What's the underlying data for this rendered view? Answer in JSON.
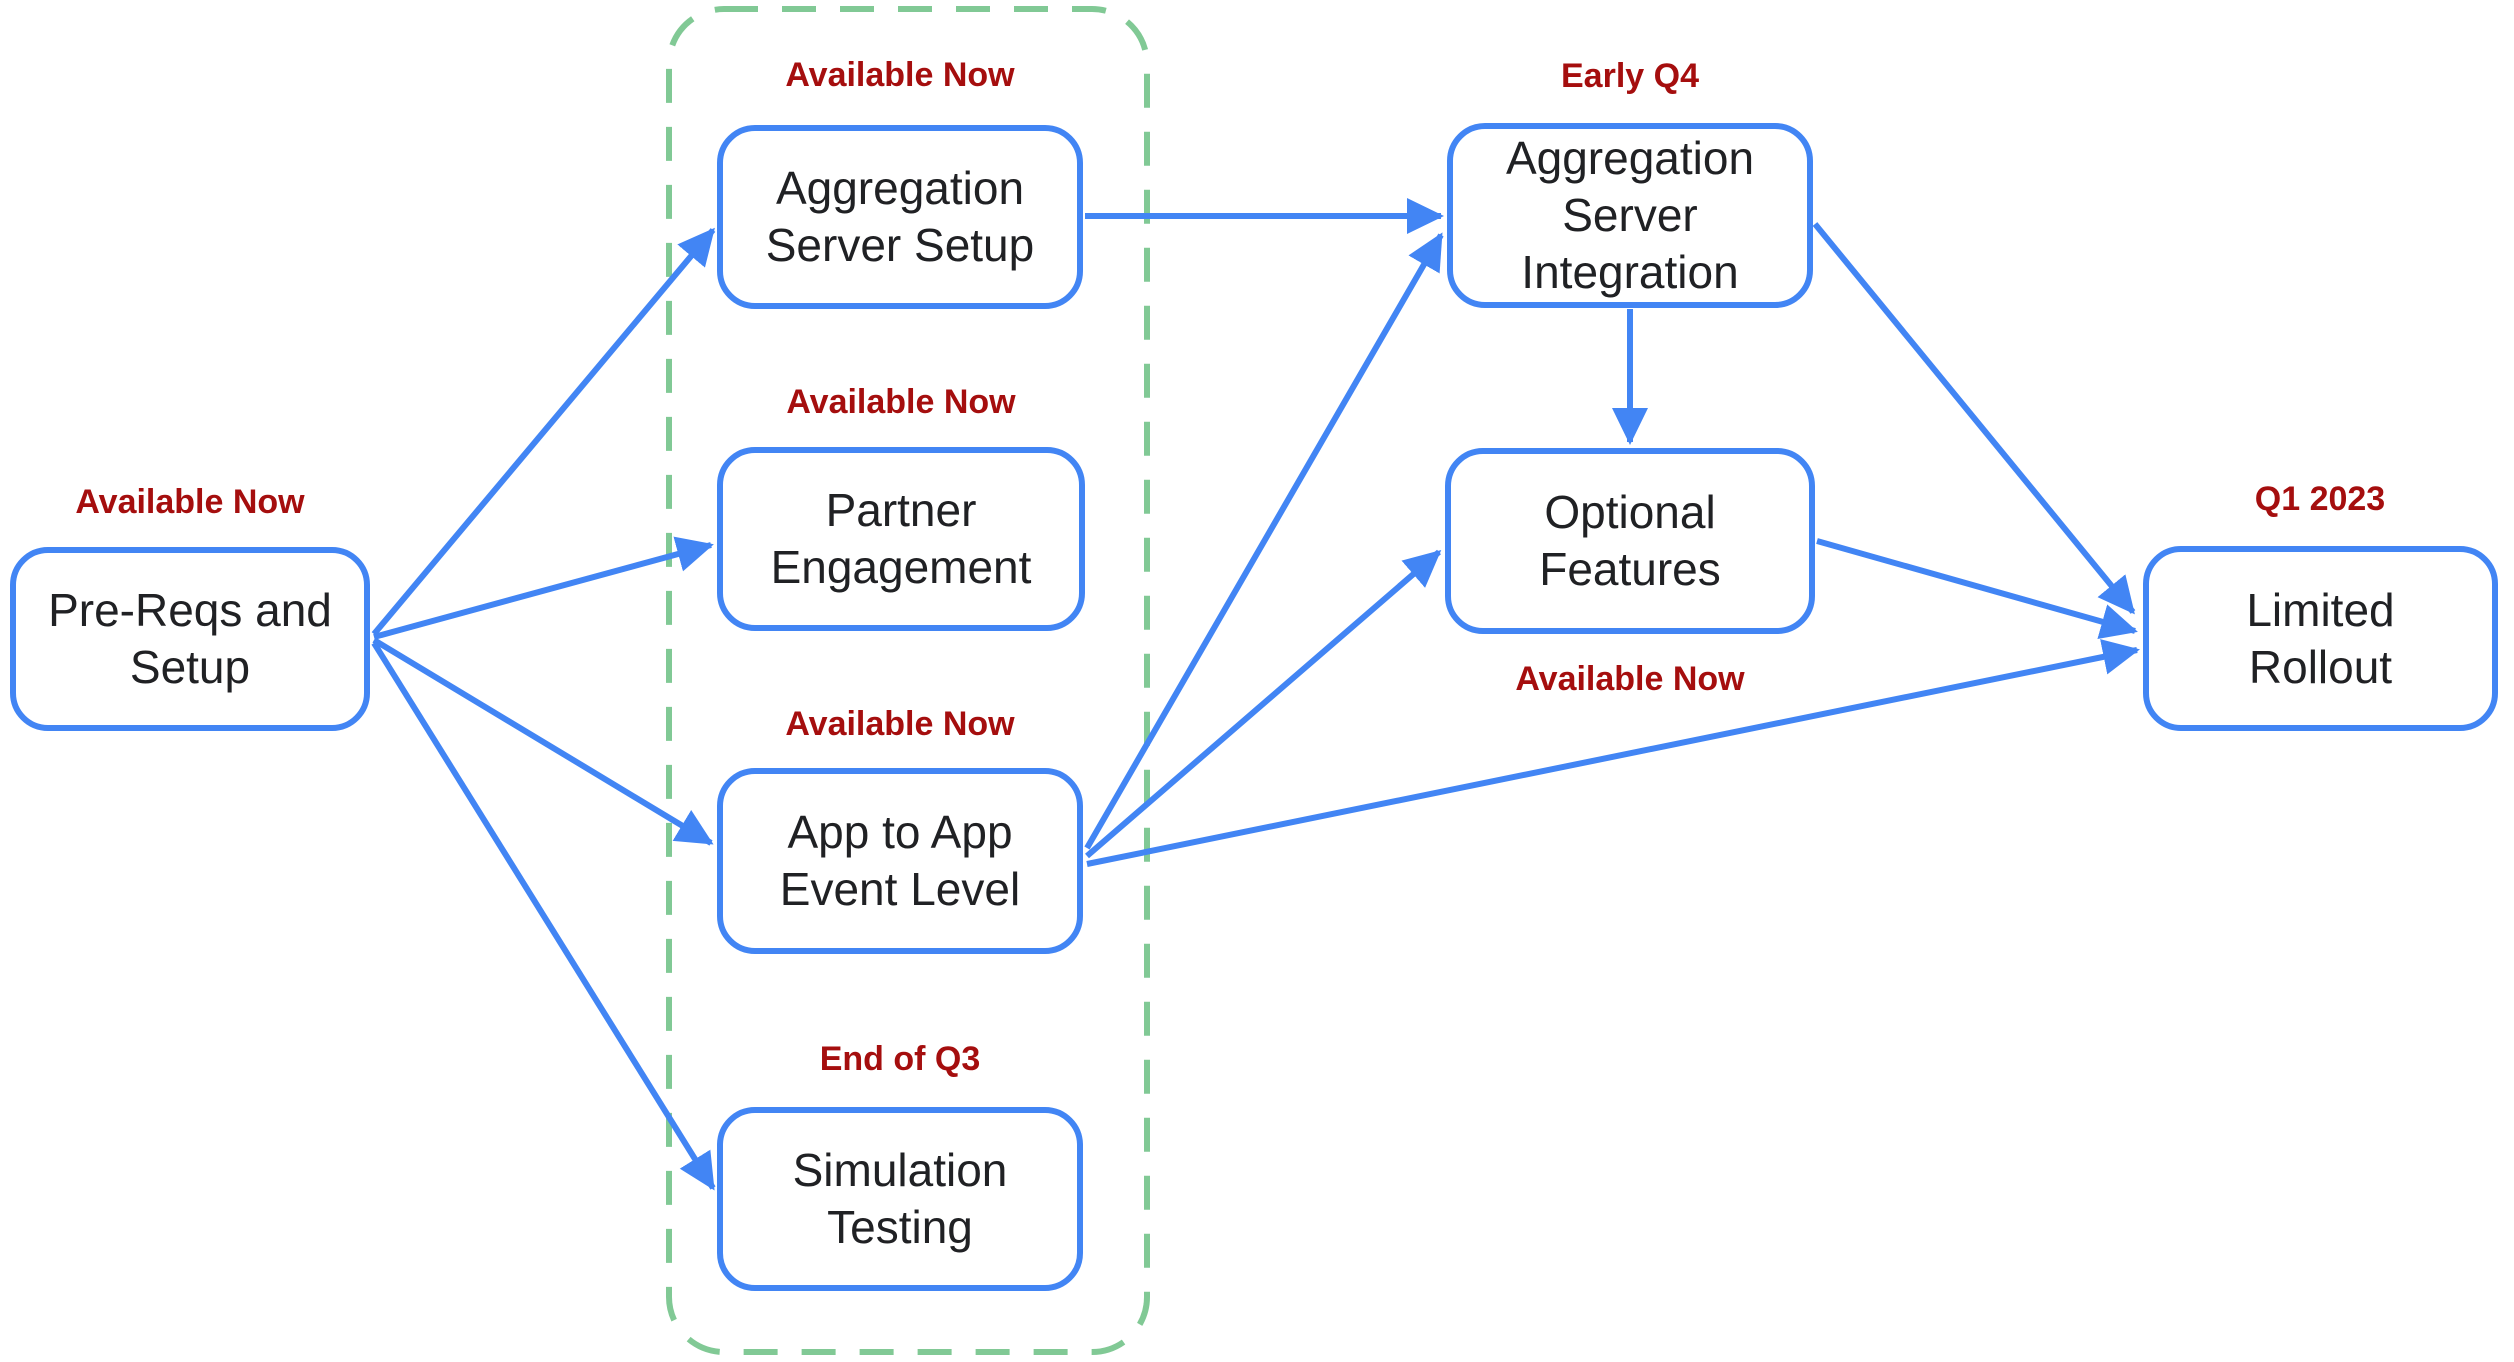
{
  "diagram": {
    "title": "",
    "nodes": [
      {
        "id": "pre-reqs-and-setup",
        "label": "Pre-Reqs and Setup",
        "status": "Available Now"
      },
      {
        "id": "aggregation-server-setup",
        "label": "Aggregation Server Setup",
        "status": "Available Now"
      },
      {
        "id": "partner-engagement",
        "label": "Partner Engagement",
        "status": "Available Now"
      },
      {
        "id": "app-to-app-event-level",
        "label": "App to App Event Level",
        "status": "Available Now"
      },
      {
        "id": "simulation-testing",
        "label": "Simulation Testing",
        "status": "End of Q3"
      },
      {
        "id": "aggregation-server-integration",
        "label": "Aggregation Server Integration",
        "status": "Early Q4"
      },
      {
        "id": "optional-features",
        "label": "Optional Features",
        "status": "Available Now"
      },
      {
        "id": "limited-rollout",
        "label": "Limited Rollout",
        "status": "Q1 2023"
      }
    ],
    "edges": [
      {
        "from": "pre-reqs-and-setup",
        "to": "aggregation-server-setup"
      },
      {
        "from": "pre-reqs-and-setup",
        "to": "partner-engagement"
      },
      {
        "from": "pre-reqs-and-setup",
        "to": "app-to-app-event-level"
      },
      {
        "from": "pre-reqs-and-setup",
        "to": "simulation-testing"
      },
      {
        "from": "aggregation-server-setup",
        "to": "aggregation-server-integration"
      },
      {
        "from": "app-to-app-event-level",
        "to": "aggregation-server-integration"
      },
      {
        "from": "app-to-app-event-level",
        "to": "optional-features"
      },
      {
        "from": "app-to-app-event-level",
        "to": "limited-rollout"
      },
      {
        "from": "aggregation-server-integration",
        "to": "optional-features"
      },
      {
        "from": "aggregation-server-integration",
        "to": "limited-rollout"
      },
      {
        "from": "optional-features",
        "to": "limited-rollout"
      }
    ],
    "group": {
      "members": [
        "aggregation-server-setup",
        "partner-engagement",
        "app-to-app-event-level",
        "simulation-testing"
      ]
    },
    "colors": {
      "node_border": "#4285f4",
      "arrow": "#4285f4",
      "node_text": "#202124",
      "status_text": "#a50e0e",
      "group_border": "#81c995",
      "background": "#ffffff"
    }
  }
}
